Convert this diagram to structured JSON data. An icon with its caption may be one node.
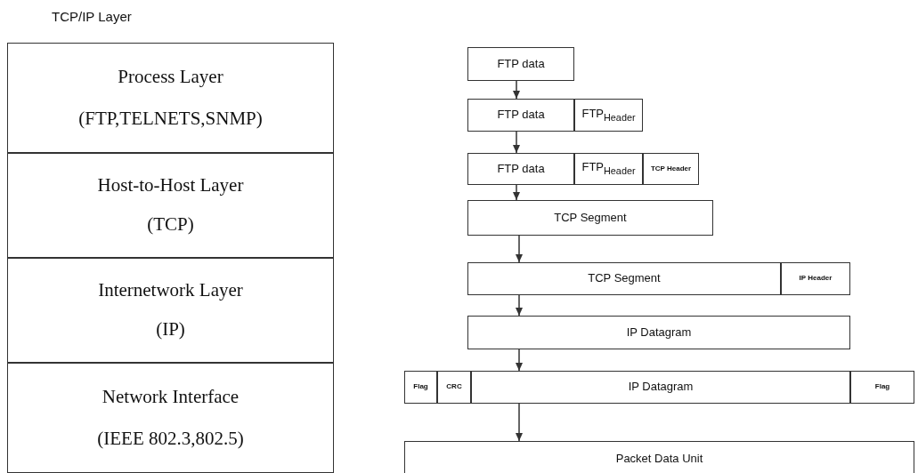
{
  "diagram": {
    "title": "TCP/IP Layer",
    "nodes": [
      {
        "text": [
          "Process Layer",
          "(FTP,TELNETS,SNMP)"
        ]
      },
      {
        "text": [
          "Host-to-Host Layer",
          "(TCP)"
        ]
      },
      {
        "text": [
          "Internetwork Layer",
          "(IP)"
        ]
      },
      {
        "text": [
          "Network Interface",
          "(IEEE 802.3,802.5)"
        ]
      },
      {
        "text": [
          "FTP data"
        ]
      },
      {
        "text": [
          "FTP data"
        ]
      },
      {
        "text": [
          "FTP$_{Header}$"
        ]
      },
      {
        "text": [
          "FTP data"
        ]
      },
      {
        "text": [
          "FTP$_{Header}$"
        ]
      },
      {
        "text": [
          "TCP Header"
        ]
      },
      {
        "text": [
          "TCP Segment"
        ]
      },
      {
        "text": [
          "TCP Segment"
        ]
      },
      {
        "text": [
          "IP Header"
        ]
      },
      {
        "text": [
          "IP Datagram"
        ]
      },
      {
        "text": [
          "Flag"
        ]
      },
      {
        "text": [
          "CRC"
        ]
      },
      {
        "text": [
          "IP Datagram"
        ]
      },
      {
        "text": [
          "Flag"
        ]
      },
      {
        "text": [
          "Packet Data Unit"
        ]
      }
    ],
    "edges": [
      {
        "from": 4,
        "to": 5,
        "arrow": "to"
      },
      {
        "from": 5,
        "to": 7,
        "arrow": "to"
      },
      {
        "from": 7,
        "to": 10,
        "arrow": "to"
      },
      {
        "from": 10,
        "to": 11,
        "arrow": "to"
      },
      {
        "from": 11,
        "to": 13,
        "arrow": "to"
      },
      {
        "from": 13,
        "to": 16,
        "arrow": "to"
      },
      {
        "from": 16,
        "to": 18,
        "arrow": "to"
      }
    ]
  }
}
